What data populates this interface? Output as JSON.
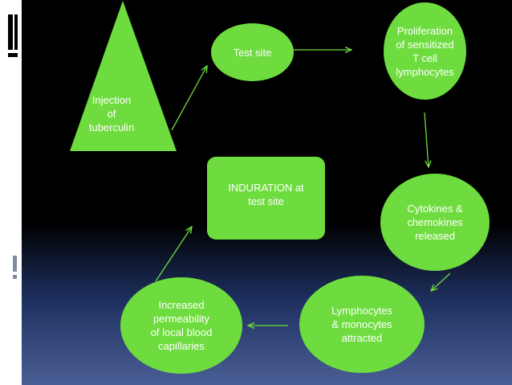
{
  "nodes": {
    "injection": "Injection\nof\ntuberculin",
    "test_site": "Test site",
    "proliferation": "Proliferation\nof sensitized\nT cell\nlymphocytes",
    "cytokines": "Cytokines &\nchemokines\nreleased",
    "lymphocytes": "Lymphocytes\n& monocytes\nattracted",
    "permeability": "Increased\npermeability\nof local blood\ncapillaries",
    "induration": "INDURATION at\ntest site"
  },
  "colors": {
    "node_fill": "#6edc3e",
    "node_text": "#ffffff",
    "arrow": "#6edc3e",
    "background_top": "#000000",
    "background_bottom": "#4a5f95"
  }
}
